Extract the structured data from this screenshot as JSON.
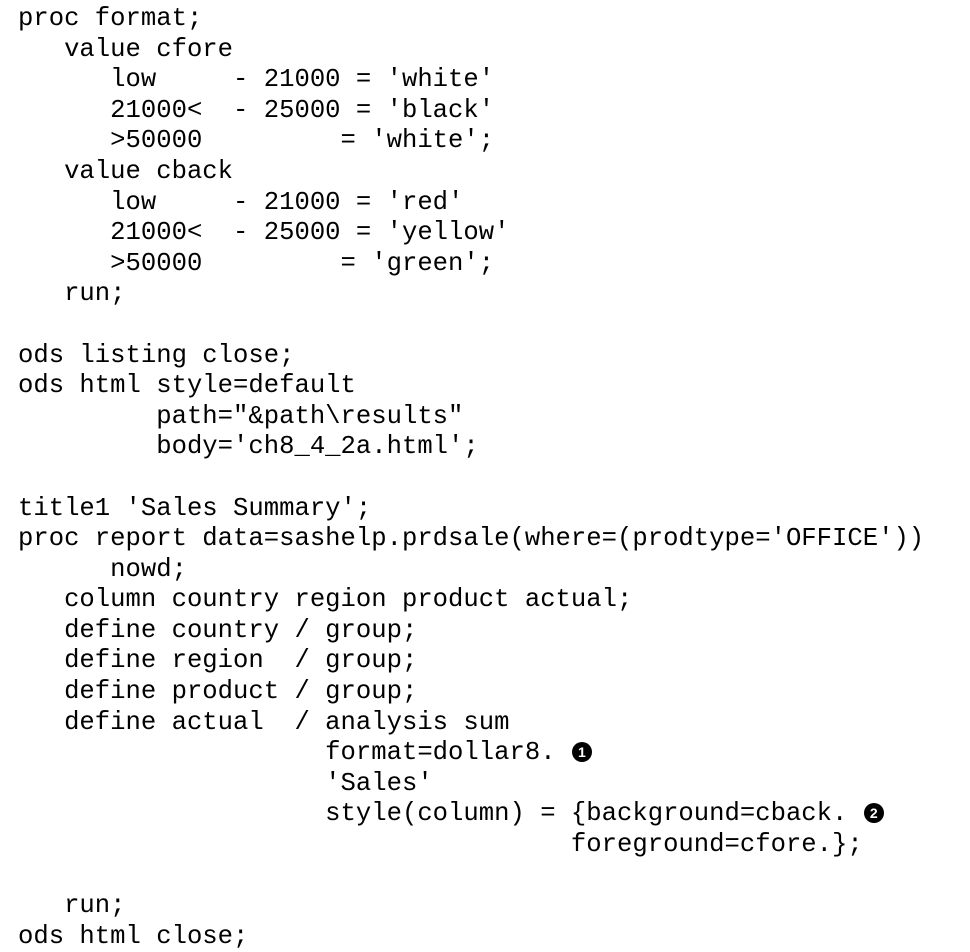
{
  "document": {
    "type": "code-listing",
    "language": "SAS",
    "background_color": "#ffffff",
    "text_color": "#000000",
    "callout_color": "#000000",
    "callout_text_color": "#ffffff"
  },
  "lines": [
    {
      "text": "proc format;"
    },
    {
      "text": "   value cfore"
    },
    {
      "text": "      low     - 21000 = 'white'"
    },
    {
      "text": "      21000<  - 25000 = 'black'"
    },
    {
      "text": "      >50000         = 'white';"
    },
    {
      "text": "   value cback"
    },
    {
      "text": "      low     - 21000 = 'red'"
    },
    {
      "text": "      21000<  - 25000 = 'yellow'"
    },
    {
      "text": "      >50000         = 'green';"
    },
    {
      "text": "   run;"
    },
    {
      "text": ""
    },
    {
      "text": "ods listing close;"
    },
    {
      "text": "ods html style=default"
    },
    {
      "text": "         path=\"&path\\results\""
    },
    {
      "text": "         body='ch8_4_2a.html';"
    },
    {
      "text": ""
    },
    {
      "text": "title1 'Sales Summary';"
    },
    {
      "text": "proc report data=sashelp.prdsale(where=(prodtype='OFFICE'))"
    },
    {
      "text": "      nowd;"
    },
    {
      "text": "   column country region product actual;"
    },
    {
      "text": "   define country / group;"
    },
    {
      "text": "   define region  / group;"
    },
    {
      "text": "   define product / group;"
    },
    {
      "text": "   define actual  / analysis sum"
    },
    {
      "text": "                    format=dollar8. ",
      "callout": "1"
    },
    {
      "text": "                    'Sales'"
    },
    {
      "text": "                    style(column) = {background=cback. ",
      "callout": "2"
    },
    {
      "text": "                                    foreground=cfore.};"
    },
    {
      "text": ""
    },
    {
      "text": "   run;"
    },
    {
      "text": "ods html close;"
    }
  ],
  "callouts": [
    {
      "number": "1",
      "refers_to": "format=dollar8."
    },
    {
      "number": "2",
      "refers_to": "style(column) = {background=cback."
    }
  ]
}
